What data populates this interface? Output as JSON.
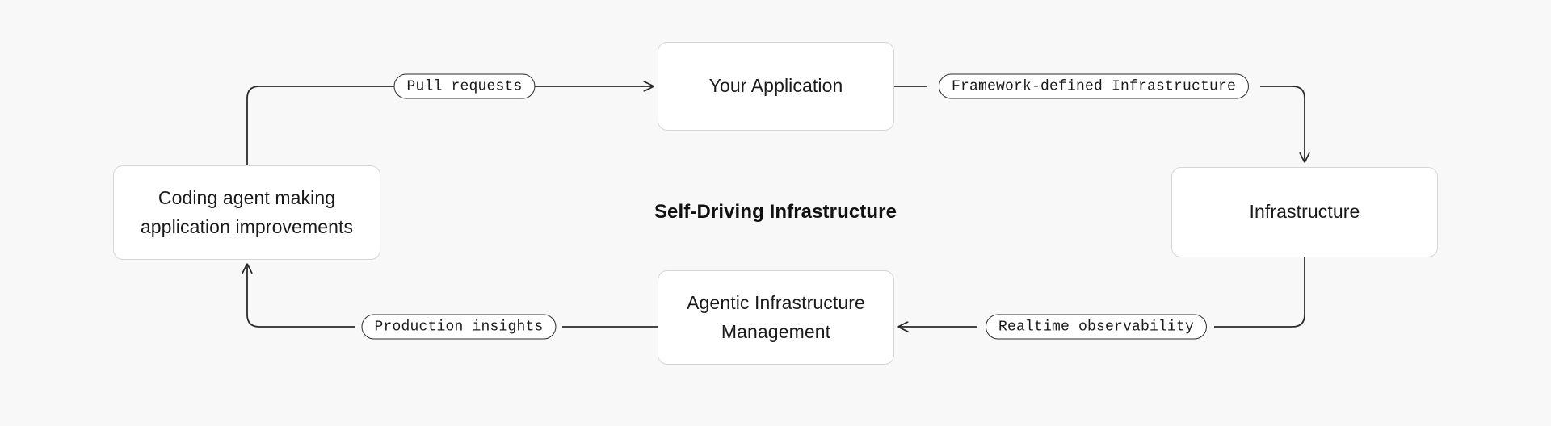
{
  "diagram": {
    "title": "Self-Driving Infrastructure",
    "background_color": "#f8f8f8",
    "node_fill_color": "#ffffff",
    "node_border_color": "#d6d6d6",
    "edge_color": "#2b2b2b",
    "nodes": [
      {
        "id": "your-application",
        "label": "Your Application"
      },
      {
        "id": "infrastructure",
        "label": "Infrastructure"
      },
      {
        "id": "agentic-infrastructure-management",
        "label": "Agentic Infrastructure\nManagement"
      },
      {
        "id": "coding-agent",
        "label": "Coding agent making\napplication improvements"
      }
    ],
    "edges": [
      {
        "id": "pull-requests",
        "label": "Pull requests",
        "from": "coding-agent",
        "to": "your-application"
      },
      {
        "id": "framework-defined-infrastructure",
        "label": "Framework-defined Infrastructure",
        "from": "your-application",
        "to": "infrastructure"
      },
      {
        "id": "realtime-observability",
        "label": "Realtime observability",
        "from": "infrastructure",
        "to": "agentic-infrastructure-management"
      },
      {
        "id": "production-insights",
        "label": "Production insights",
        "from": "agentic-infrastructure-management",
        "to": "coding-agent"
      }
    ]
  }
}
